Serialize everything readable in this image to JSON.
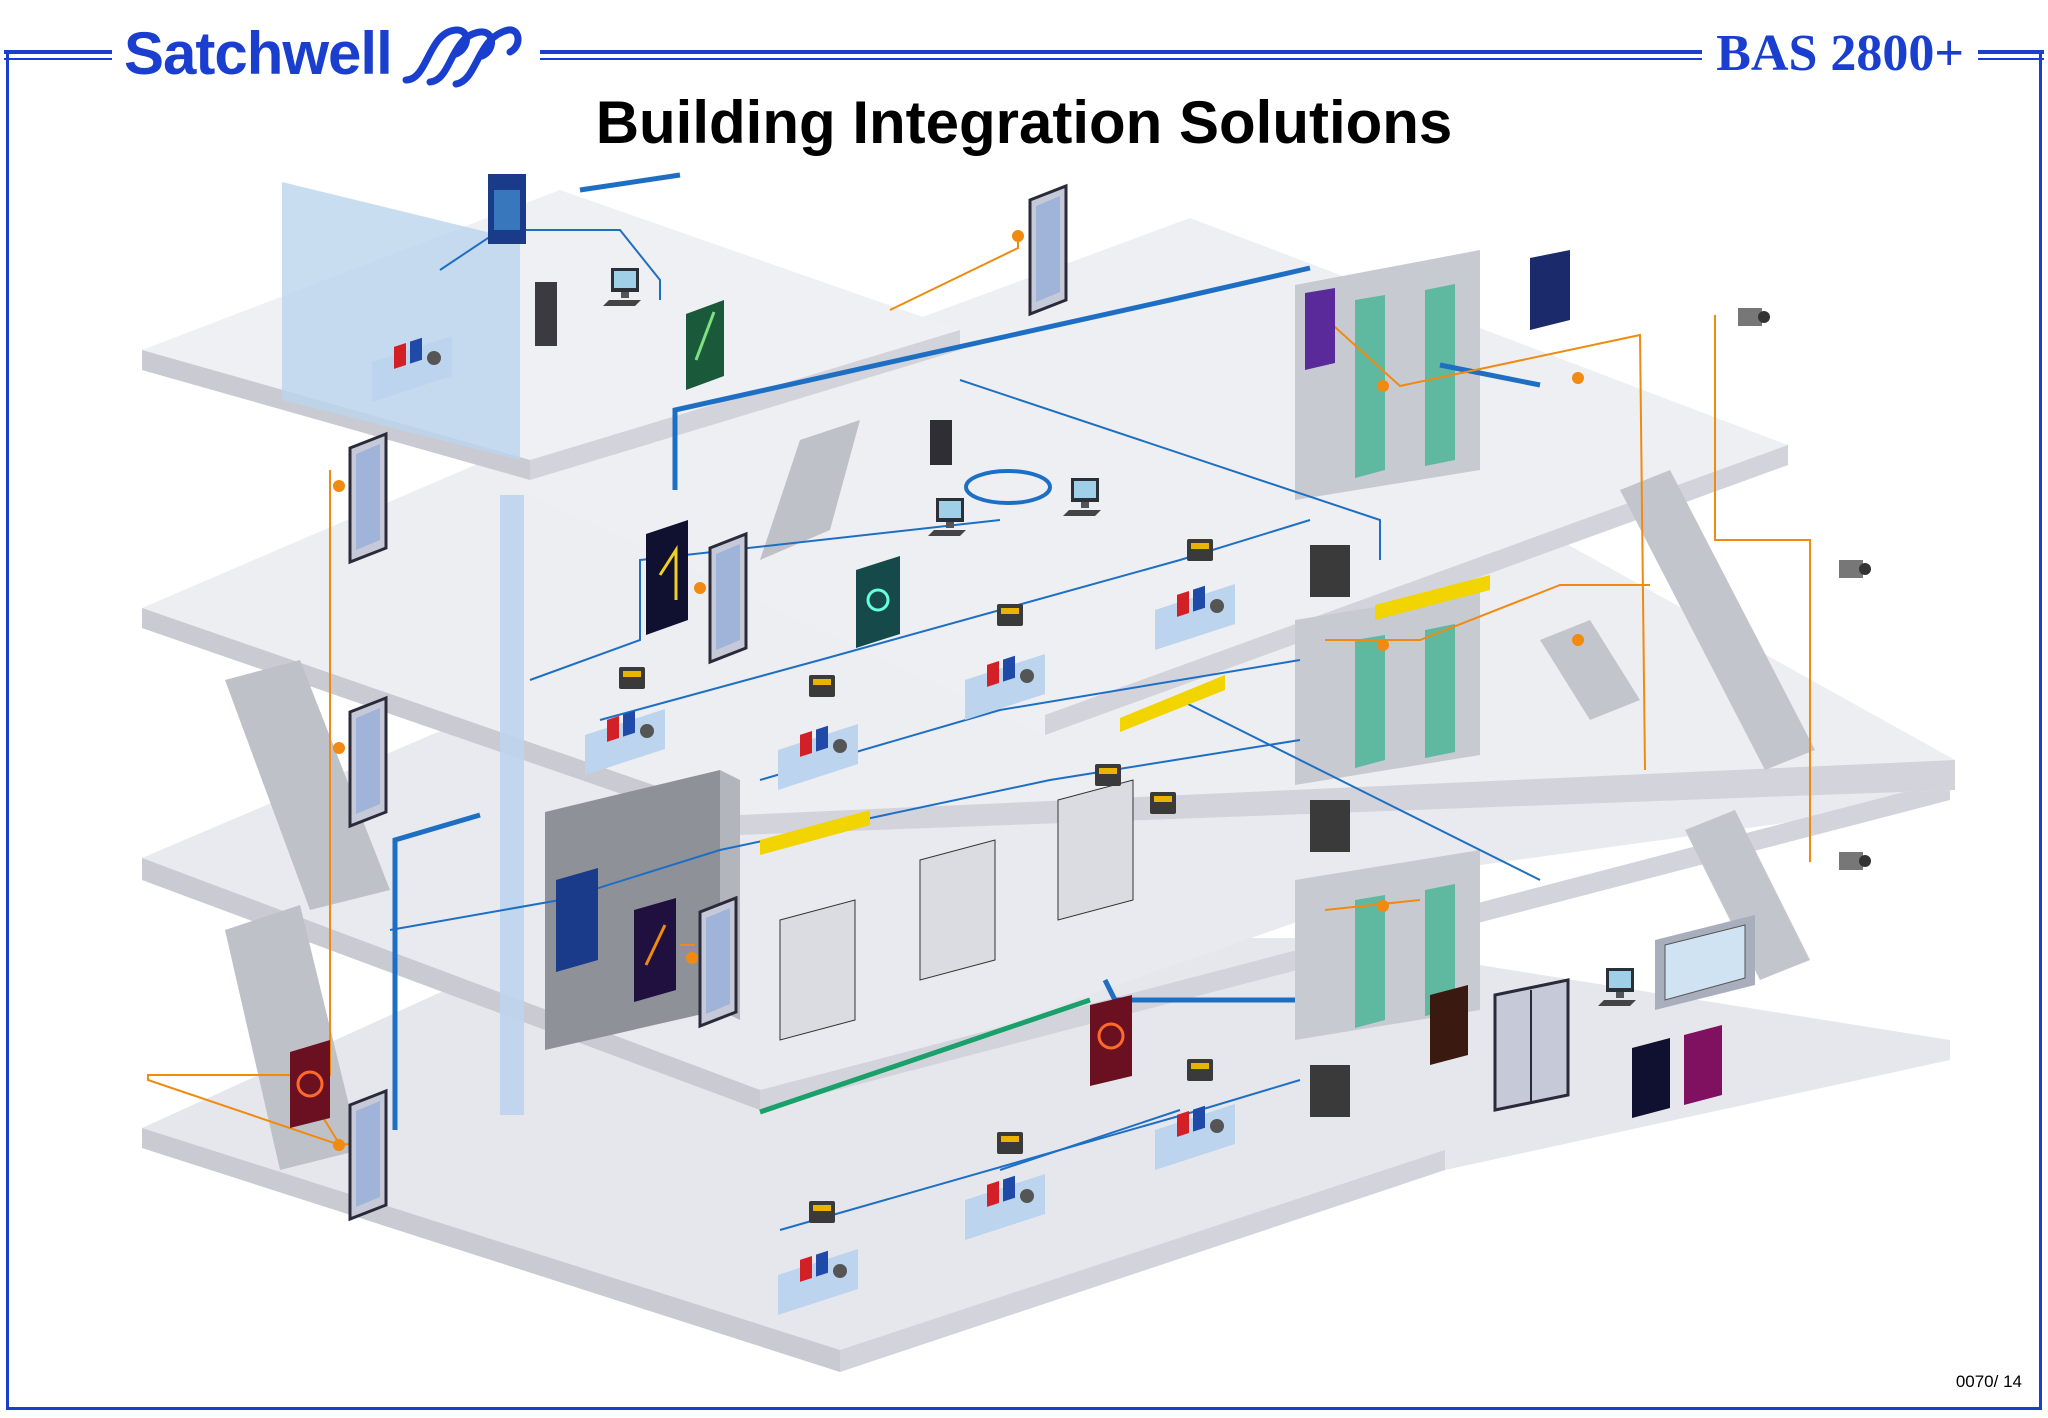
{
  "header": {
    "brand": "Satchwell",
    "product": "BAS 2800+",
    "title": "Building Integration Solutions"
  },
  "footer": {
    "ref": "0070/ 14"
  },
  "colors": {
    "frame": "#1a3fcf",
    "floor_top": "#e6e7ec",
    "floor_edge": "#c9cad2",
    "network_blue": "#1e6fc4",
    "fire_orange": "#f08a10",
    "duct_blue": "#bcd4ee",
    "lighting_yellow": "#f2d400",
    "sprinkler_green": "#1aa06a",
    "lift_green": "#5fb8a0"
  },
  "icons": [
    "satchwell-wave-logo-icon",
    "workstation-icon",
    "server-tower-icon",
    "controller-icon",
    "sensor-panel-icon",
    "door-icon",
    "lift-icon",
    "camera-icon",
    "fire-alarm-icon",
    "access-control-icon",
    "security-icon",
    "hvac-icon",
    "lighting-icon",
    "sprinkler-icon",
    "radiator-icon",
    "window-icon",
    "staircase-icon",
    "escalator-icon"
  ]
}
